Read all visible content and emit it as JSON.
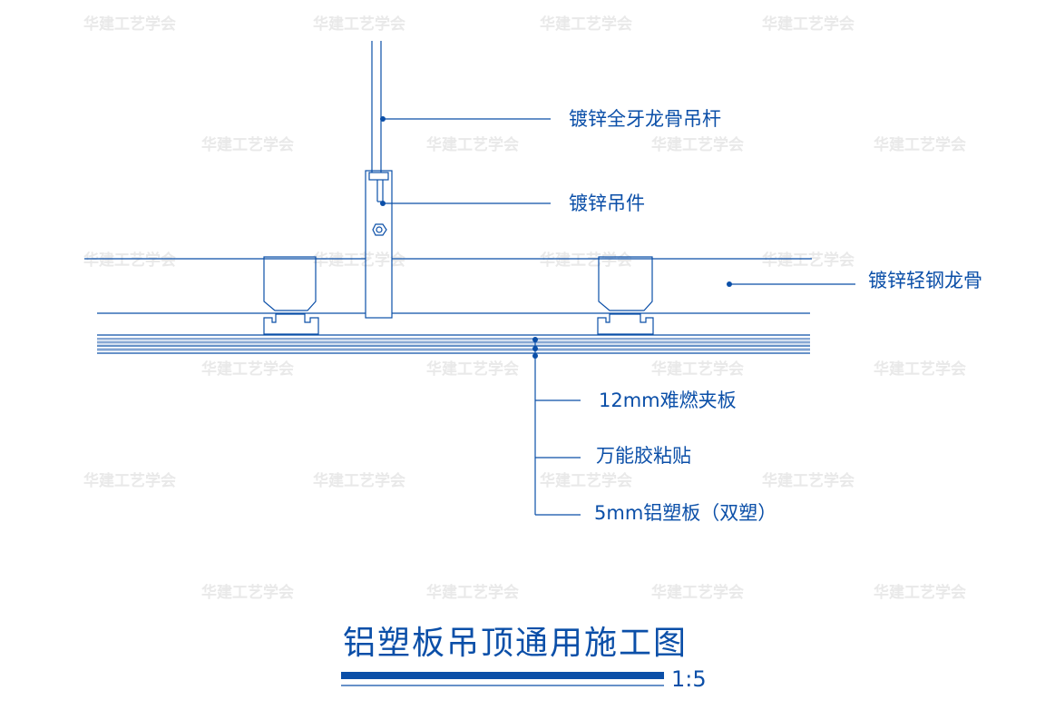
{
  "watermark": "华建工艺学会",
  "labels": {
    "rod": "镀锌全牙龙骨吊杆",
    "hanger": "镀锌吊件",
    "keel": "镀锌轻钢龙骨",
    "board": "12mm难燃夹板",
    "glue": "万能胶粘贴",
    "panel": "5mm铝塑板（双塑）"
  },
  "title": "铝塑板吊顶通用施工图",
  "scale": "1:5",
  "colors": {
    "line": "#0b4fa8",
    "watermark": "#e9e9e9"
  }
}
